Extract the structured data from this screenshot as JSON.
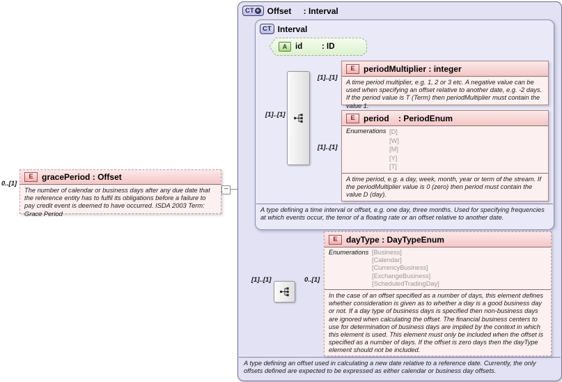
{
  "ui": {
    "colon": ":",
    "collapse_toggle": "−"
  },
  "cardinalities": {
    "grace_period": "0..[1]",
    "interval_content": "[1]..[1]",
    "period_multiplier": "[1]..[1]",
    "period": "[1]..[1]",
    "day_type_in": "[1]..[1]",
    "day_type_out": "0..[1]"
  },
  "boxes": {
    "grace_period": {
      "badge": "E",
      "name": "gracePeriod",
      "type": "Offset",
      "annotation": "The number of calendar or business days after any due date that the reference entity has to fulfil its obligations before a failure to pay credit event is deemed to have occurred. ISDA 2003 Term: Grace Period"
    },
    "offset": {
      "badge": "CT",
      "badge_plus": "+",
      "name": "Offset",
      "type": "Interval",
      "annotation": "A type defining an offset used in calculating a new date relative to a reference date. Currently, the only offsets defined are expected to be expressed as either calendar or business day offsets."
    },
    "interval": {
      "badge": "CT",
      "name": "Interval",
      "annotation": "A type defining a time interval or offset, e.g. one day, three months. Used for specifying frequencies at which events occur, the tenor of a floating rate or an offset relative to another date."
    },
    "id_attribute": {
      "badge": "A",
      "name": "id",
      "type": "ID"
    },
    "period_multiplier": {
      "badge": "E",
      "name": "periodMultiplier",
      "type": "integer",
      "annotation": "A time period multiplier, e.g. 1, 2 or 3 etc. A negative value can be used when specifying an offset relative to another date, e.g. -2 days. If the period value is T (Term) then periodMultiplier must contain the value 1."
    },
    "period": {
      "badge": "E",
      "name": "period",
      "type": "PeriodEnum",
      "enumerations_label": "Enumerations",
      "enums": [
        "[D]",
        "[W]",
        "[M]",
        "[Y]",
        "[T]"
      ],
      "annotation": "A time period, e.g. a day, week, month, year or term of the stream. If the periodMultiplier value is 0 (zero) then period must contain the value D (day)."
    },
    "day_type": {
      "badge": "E",
      "name": "dayType",
      "type": "DayTypeEnum",
      "enumerations_label": "Enumerations",
      "enums": [
        "[Business]",
        "[Calendar]",
        "[CurrencyBusiness]",
        "[ExchangeBusiness]",
        "[ScheduledTradingDay]"
      ],
      "annotation": "In the case of an offset specified as a number of days, this element defines whether consideration is given as to whether a day is a good business day or not. If a day type of business days is specified then non-business days are ignored when calculating the offset. The financial business centers to use for determination of business days are implied by the context in which this element is used. This element must only be included when the offset is specified as a number of days. If the offset is zero days then the dayType element should not be included."
    }
  },
  "colors": {
    "complex_type_fill": "#e2e2f4",
    "element_header_fill": "#f4c6c6",
    "element_body_fill": "#fdf0f0",
    "attribute_fill": "#dcf2cd",
    "enum_value_text": "#9a9a9a",
    "connector_line": "#8a8a9c"
  }
}
